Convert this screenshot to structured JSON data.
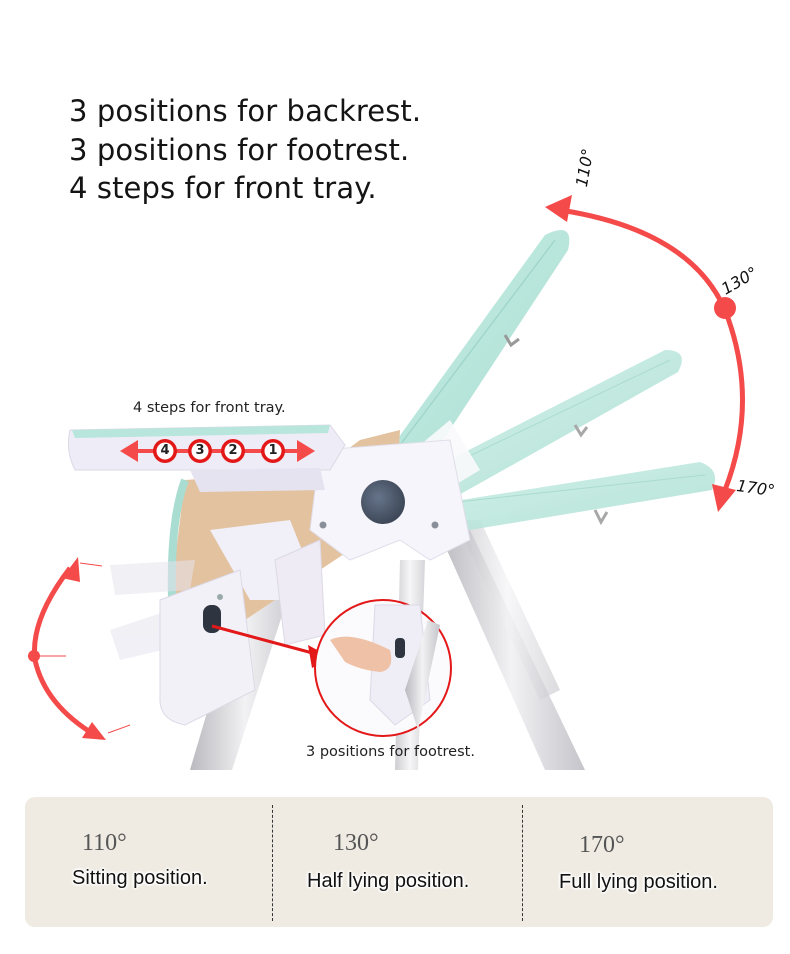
{
  "headline": {
    "lines": [
      "3 positions for backrest.",
      "3 positions for footrest.",
      "4 steps for front tray."
    ]
  },
  "illustration": {
    "tray_caption": "4 steps for front tray.",
    "tray_steps": [
      "4",
      "3",
      "2",
      "1"
    ],
    "footrest_caption": "3 positions for footrest.",
    "backrest_angles": [
      "110°",
      "130°",
      "170°"
    ],
    "colors": {
      "accent_red": "#f44a4a",
      "seat_mint": "#bfe9df",
      "seat_tan": "#e2c29f",
      "frame_lavender": "#ece9f5",
      "knob_slate": "#4a5666",
      "leg_silver": "#cfcfd4"
    }
  },
  "positions_panel": {
    "background": "#efebe2",
    "items": [
      {
        "angle": "110°",
        "label": "Sitting position."
      },
      {
        "angle": "130°",
        "label": "Half lying position."
      },
      {
        "angle": "170°",
        "label": "Full lying position."
      }
    ]
  }
}
